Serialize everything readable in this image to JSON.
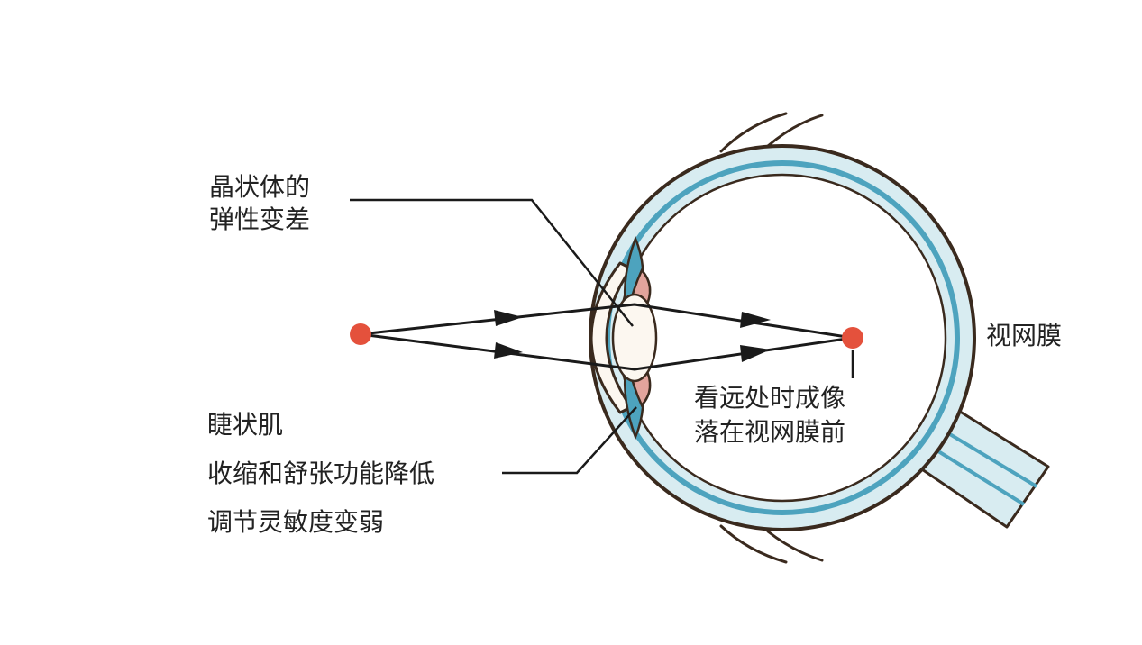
{
  "labels": {
    "lens_line1": "晶状体的",
    "lens_line2": "弹性变差",
    "ciliary_line1": "睫状肌",
    "ciliary_line2": "收缩和舒张功能降低",
    "ciliary_line3": "调节灵敏度变弱",
    "retina": "视网膜",
    "image_line1": "看远处时成像",
    "image_line2": "落在视网膜前"
  },
  "colors": {
    "outline": "#3a2a1e",
    "sclera_fill": "#d8ecf1",
    "choroid_blue": "#4da3be",
    "ciliary_pink": "#e2a49c",
    "lens_fill": "#fcf7f0",
    "point_red": "#e4513c",
    "ray": "#1a1a1a"
  }
}
